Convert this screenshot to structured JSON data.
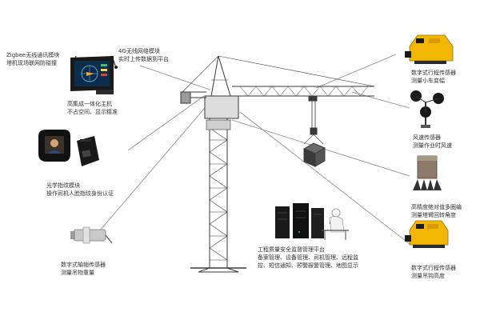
{
  "labels": {
    "zigbee": {
      "line1": "Zigbee无线通讯模块",
      "line2": "塔机现场联网防碰撞"
    },
    "wireless_4g": {
      "line1": "4G无线网络模块",
      "line2": "实时上传数据到平台"
    },
    "host": {
      "line1": "高集成一体化主机",
      "line2": "不占空间、显示精准"
    },
    "fingerprint": {
      "line1": "光学指纹模块",
      "line2": "操作司机人脸指纹身份认证"
    },
    "load_cell": {
      "line1": "数字式轴销传感器",
      "line2": "测量吊物重量"
    },
    "platform": {
      "line1": "工程质量安全监督管理平台",
      "line2": "备案管理、设备管理、司机管理、远程监",
      "line3": "控、短信通知、预警报警管理、地图显示"
    },
    "travel_trolley": {
      "line1": "数字式行程传感器",
      "line2": "测量小车变幅"
    },
    "wind": {
      "line1": "风速传感器",
      "line2": "测量作业时风速"
    },
    "slew": {
      "line1": "高精度绝对值多圈编",
      "line2": "测量塔臂回转角度"
    },
    "travel_hook": {
      "line1": "数字式行程传感器",
      "line2": "测量吊钩高度"
    }
  },
  "colors": {
    "leader_line": "#8a8a8a",
    "sensor_yellow": "#f2b705",
    "steel": "#3a3a3a",
    "text": "#333333"
  },
  "icons": [
    "zigbee-antenna-icon",
    "monitor-host-icon",
    "fingerprint-scanner-icon",
    "load-pin-icon",
    "server-rack-icon",
    "operator-desk-icon",
    "travel-sensor-icon",
    "anemometer-icon",
    "encoder-icon",
    "tower-crane-icon"
  ]
}
